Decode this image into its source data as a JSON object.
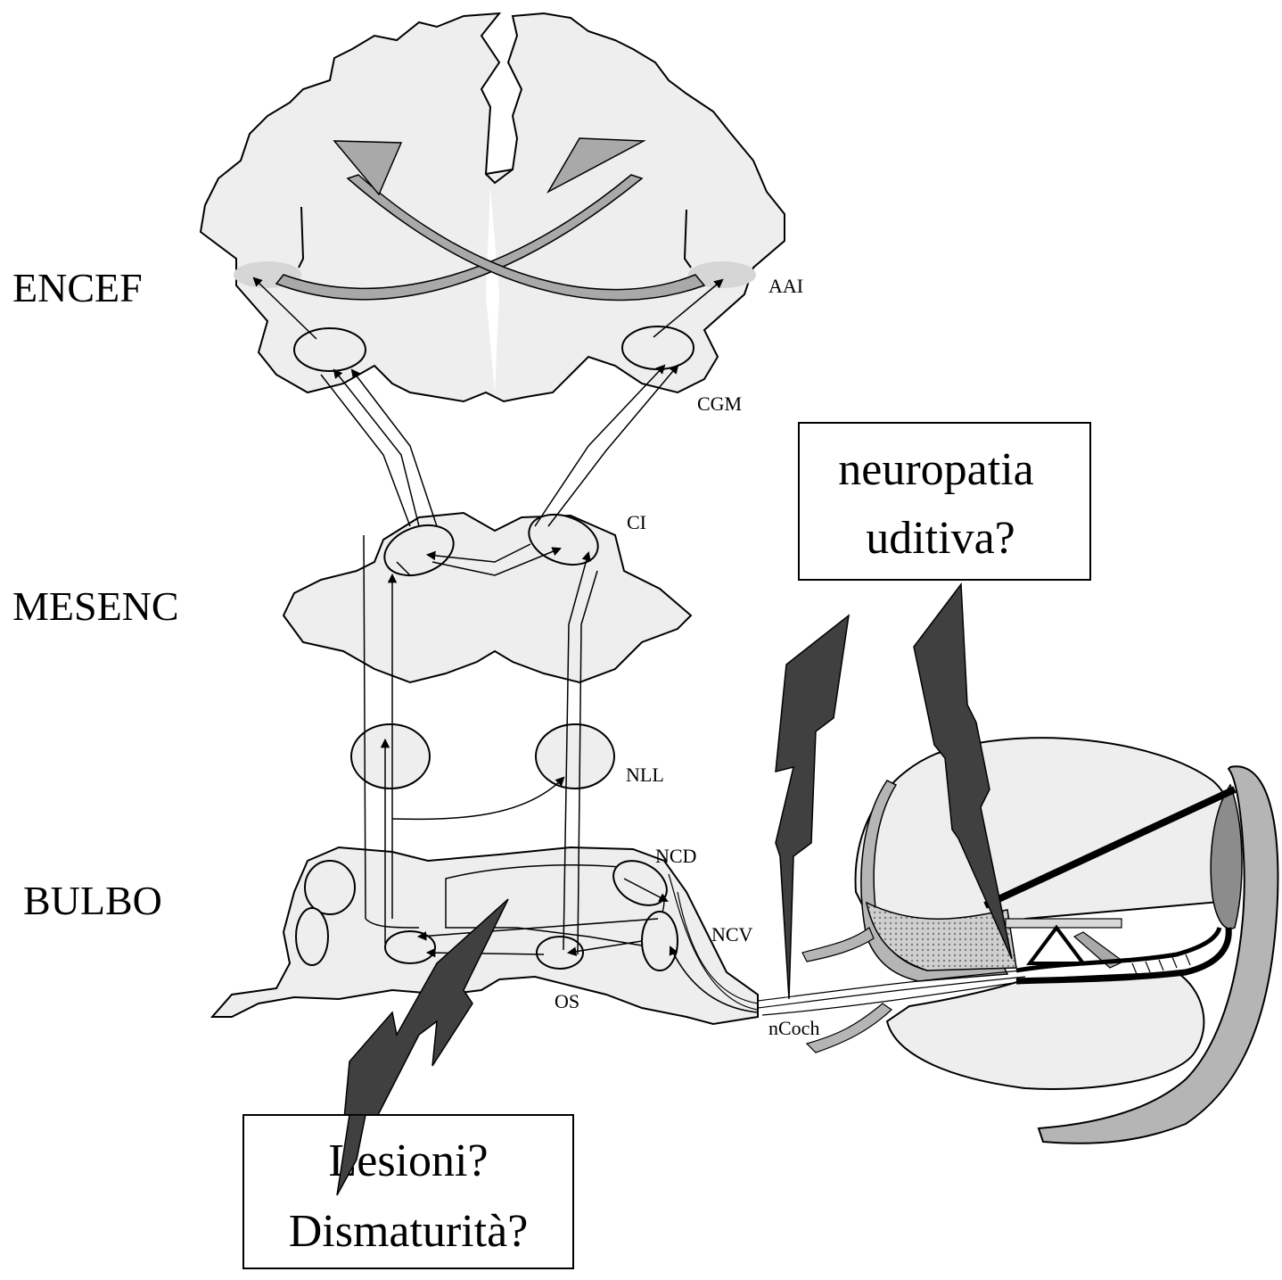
{
  "levels": {
    "encef": "ENCEF",
    "mesenc": "MESENC",
    "bulbo": "BULBO"
  },
  "nuclei": {
    "aai": "AAI",
    "cgm": "CGM",
    "ci": "CI",
    "nll": "NLL",
    "ncd": "NCD",
    "ncv": "NCV",
    "os": "OS",
    "ncoch": "nCoch"
  },
  "callouts": {
    "neuropathy": {
      "line1": "neuropatia",
      "line2": "uditiva?"
    },
    "lesions": {
      "line1": "Lesioni?",
      "line2": "Dismaturità?"
    }
  },
  "colors": {
    "tissue": "#eeeeee",
    "tract_fill": "#a9a9a9",
    "bolt": "#404040",
    "outline": "#000000"
  }
}
